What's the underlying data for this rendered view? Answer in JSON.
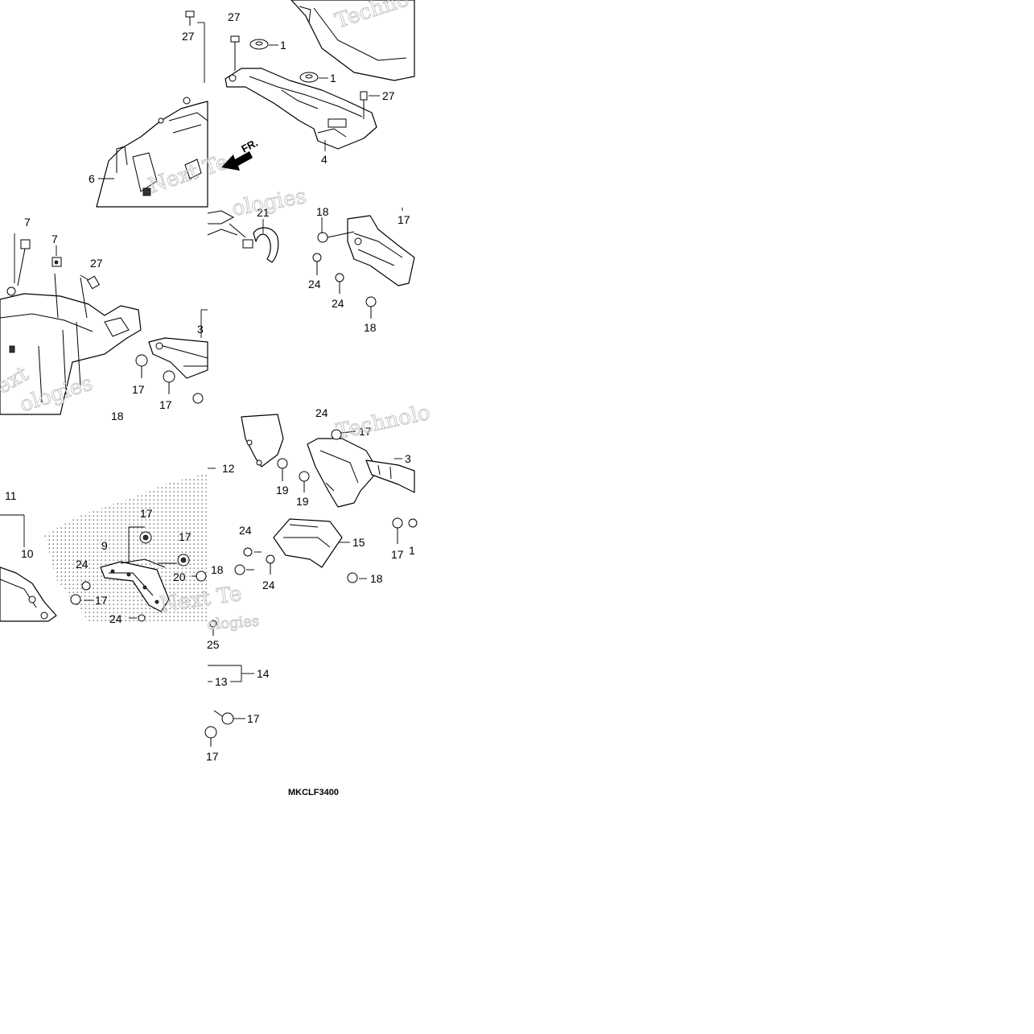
{
  "diagram": {
    "code": "MKCLF3400",
    "front_marker": "FR.",
    "watermarks": [
      "Techno",
      "Next Te",
      "ext",
      "ologies",
      "Technolo",
      "Next Te",
      "ologies"
    ],
    "callouts": {
      "c27a": "27",
      "c27b": "27",
      "c27c": "27",
      "c27d": "27",
      "c1a": "1",
      "c1b": "1",
      "c4": "4",
      "c6": "6",
      "c21": "21",
      "c18a": "18",
      "c17a": "17",
      "c24a": "24",
      "c24b": "24",
      "c18b": "18",
      "c7a": "7",
      "c7b": "7",
      "c3a": "3",
      "c17b": "17",
      "c17c": "17",
      "c18c": "18",
      "c12": "12",
      "c11": "11",
      "c10": "10",
      "c9": "9",
      "c17d": "17",
      "c17e": "17",
      "c24c": "24",
      "c17f": "17",
      "c20": "20",
      "c24d": "24",
      "c24e": "24",
      "c17g": "17",
      "c3b": "3",
      "c19a": "19",
      "c19b": "19",
      "c24f": "24",
      "c15": "15",
      "c18d": "18",
      "c24g": "24",
      "c18e": "18",
      "c17h": "17",
      "c1c": "1",
      "c25": "25",
      "c14": "14",
      "c13": "13",
      "c17i": "17",
      "c17j": "17"
    }
  }
}
